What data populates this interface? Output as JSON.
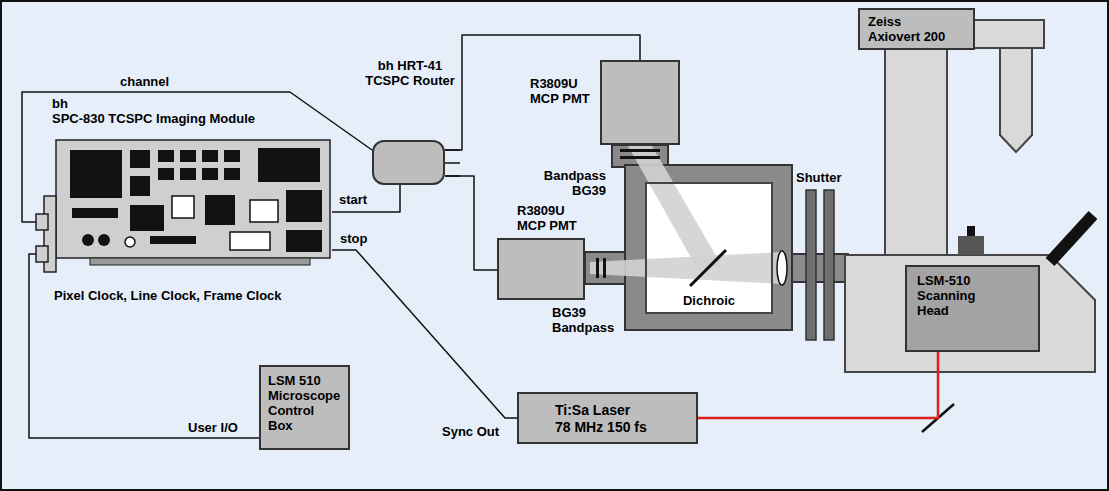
{
  "diagram": {
    "nodes": [
      {
        "text": [
          "bh",
          "SPC-830 TCSPC Imaging Module"
        ]
      },
      {
        "text": [
          "bh HRT-41 TCSPC Router"
        ]
      },
      {
        "text": [
          "R3809U MCP PMT"
        ]
      },
      {
        "text": [
          "R3809U MCP PMT"
        ]
      },
      {
        "text": [
          "Dichroic"
        ]
      },
      {
        "text": [
          "Zeiss Axiovert 200"
        ]
      },
      {
        "text": [
          "LSM-510 Scanning Head"
        ]
      },
      {
        "text": [
          "LSM 510 Microscope Control Box"
        ]
      },
      {
        "text": [
          "Ti:Sa Laser",
          "78 MHz 150 fs"
        ]
      }
    ],
    "edges": [
      {
        "from": 0,
        "to": 1,
        "arrow": "none",
        "label": "channel"
      },
      {
        "from": 0,
        "to": 1,
        "arrow": "none",
        "label": "start"
      },
      {
        "from": 1,
        "to": 2,
        "arrow": "none"
      },
      {
        "from": 1,
        "to": 3,
        "arrow": "none"
      },
      {
        "from": 0,
        "to": 8,
        "arrow": "none",
        "label": "stop"
      },
      {
        "from": 0,
        "to": 7,
        "arrow": "none",
        "label": "Pixel Clock, Line Clock, Frame Clock"
      },
      {
        "from": 8,
        "to": 6,
        "arrow": "none"
      }
    ],
    "labels": [
      "Bandpass BG39",
      "BG39 Bandpass",
      "Shutter",
      "User I/O",
      "Sync Out"
    ]
  }
}
